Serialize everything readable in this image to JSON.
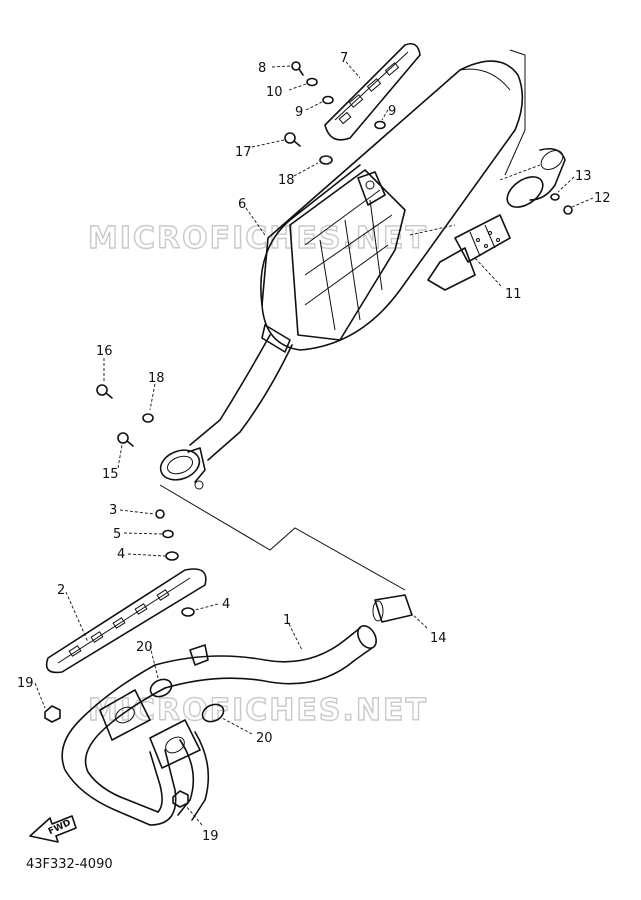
{
  "watermarks": [
    "MICROFICHES.NET",
    "MICROFICHES.NET"
  ],
  "diagram_code": "43F332-4090",
  "fwd_label": "FWD",
  "callouts": [
    {
      "id": "c1",
      "text": "1"
    },
    {
      "id": "c2",
      "text": "2"
    },
    {
      "id": "c3",
      "text": "3"
    },
    {
      "id": "c4a",
      "text": "4"
    },
    {
      "id": "c4b",
      "text": "4"
    },
    {
      "id": "c5",
      "text": "5"
    },
    {
      "id": "c6",
      "text": "6"
    },
    {
      "id": "c7",
      "text": "7"
    },
    {
      "id": "c8",
      "text": "8"
    },
    {
      "id": "c9a",
      "text": "9"
    },
    {
      "id": "c9b",
      "text": "9"
    },
    {
      "id": "c10",
      "text": "10"
    },
    {
      "id": "c11",
      "text": "11"
    },
    {
      "id": "c12",
      "text": "12"
    },
    {
      "id": "c13",
      "text": "13"
    },
    {
      "id": "c14",
      "text": "14"
    },
    {
      "id": "c15",
      "text": "15"
    },
    {
      "id": "c16",
      "text": "16"
    },
    {
      "id": "c17",
      "text": "17"
    },
    {
      "id": "c18a",
      "text": "18"
    },
    {
      "id": "c18b",
      "text": "18"
    },
    {
      "id": "c19a",
      "text": "19"
    },
    {
      "id": "c19b",
      "text": "19"
    },
    {
      "id": "c20a",
      "text": "20"
    },
    {
      "id": "c20b",
      "text": "20"
    }
  ]
}
